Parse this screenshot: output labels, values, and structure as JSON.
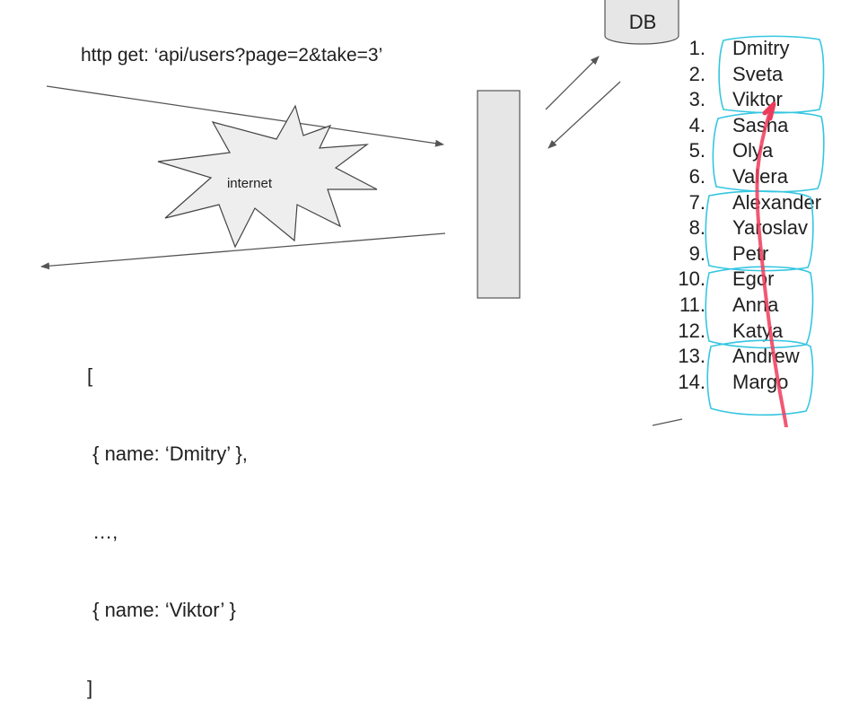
{
  "request": {
    "label": "http get: ‘api/users?page=2&take=3’"
  },
  "cloud": {
    "label": "internet"
  },
  "db": {
    "label": "DB"
  },
  "response": {
    "lines": [
      "[",
      " { name: ‘Dmitry’ },",
      " …,",
      " { name: ‘Viktor’ }",
      "]"
    ]
  },
  "users": [
    {
      "num": "1.",
      "name": "Dmitry"
    },
    {
      "num": "2.",
      "name": "Sveta"
    },
    {
      "num": "3.",
      "name": "Viktor"
    },
    {
      "num": "4.",
      "name": "Sasha"
    },
    {
      "num": "5.",
      "name": "Olya"
    },
    {
      "num": "6.",
      "name": "Valera"
    },
    {
      "num": "7.",
      "name": "Alexander"
    },
    {
      "num": "8.",
      "name": "Yaroslav"
    },
    {
      "num": "9.",
      "name": "Petr"
    },
    {
      "num": "10.",
      "name": "Egor"
    },
    {
      "num": "11.",
      "name": "Anna"
    },
    {
      "num": "12.",
      "name": "Katya"
    },
    {
      "num": "13.",
      "name": "Andrew"
    },
    {
      "num": "14.",
      "name": "Margo"
    }
  ],
  "colors": {
    "stroke": "#555555",
    "server_fill": "#e6e6e6",
    "starburst_fill": "#eeeeee",
    "db_fill": "#e6e6e6",
    "page_marker": "#35c6e0",
    "marker_line": "#ee3b5a"
  }
}
